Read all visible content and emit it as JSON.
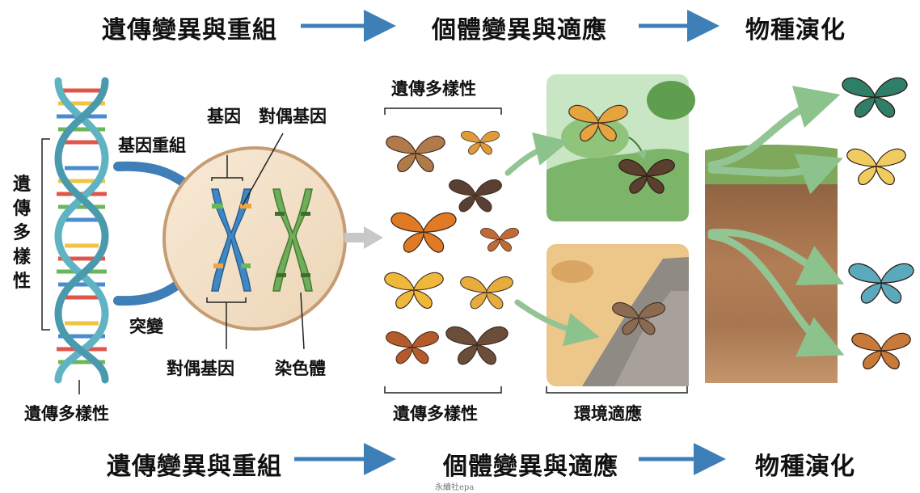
{
  "top_flow": {
    "step1": "遺傳變異與重組",
    "step2": "個體變異與適應",
    "step3": "物種演化"
  },
  "bottom_flow": {
    "step1": "遺傳變異與重組",
    "step2": "個體變異與適應",
    "step3": "物種演化"
  },
  "dna": {
    "side_label": [
      "遺",
      "傳",
      "多",
      "樣",
      "性"
    ],
    "bottom_label": "遺傳多樣性",
    "recombination_label": "基因重組",
    "mutation_label": "突變"
  },
  "cell": {
    "gene_label": "基因",
    "allele_top_label": "對偶基因",
    "allele_bottom_label": "對偶基因",
    "chromosome_label": "染色體"
  },
  "population": {
    "top_label": "遺傳多樣性",
    "bottom_label": "遺傳多樣性"
  },
  "environment": {
    "label": "環境適應"
  },
  "watermark": "永續社epa",
  "colors": {
    "arrow_blue": "#3f7fb8",
    "arrow_green": "#93c493",
    "chromosome_blue": "#3f87c6",
    "chromosome_green": "#6fae57"
  }
}
